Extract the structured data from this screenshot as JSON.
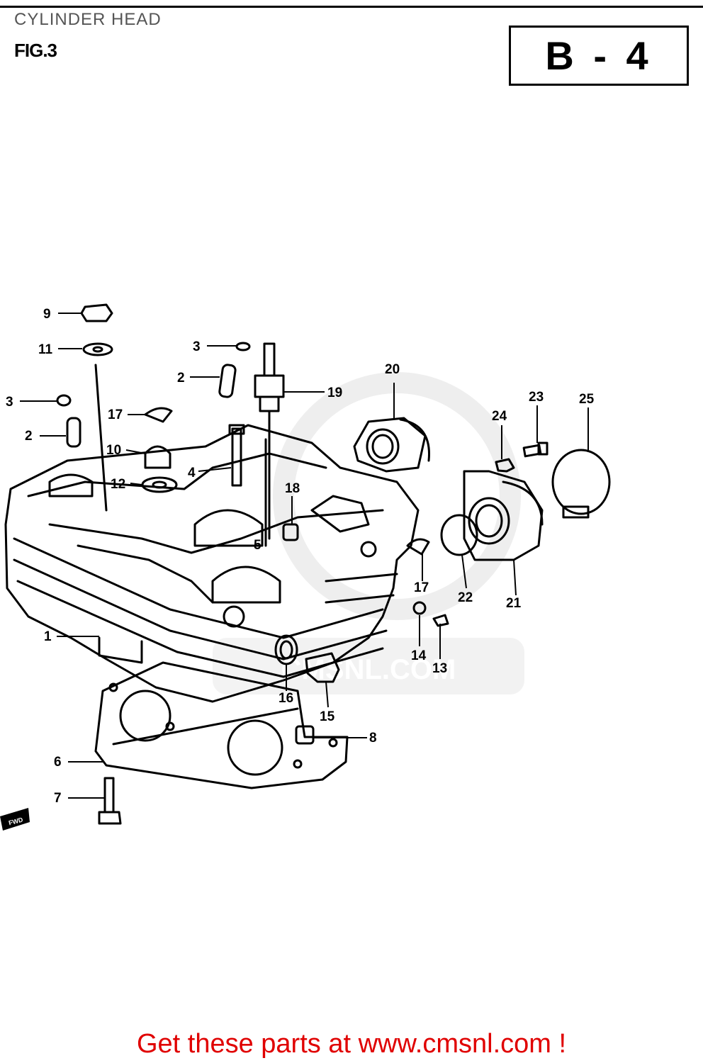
{
  "header": {
    "title": "CYLINDER HEAD",
    "figure": "FIG.3",
    "code": "B - 4"
  },
  "labels": [
    "9",
    "11",
    "3",
    "2",
    "3",
    "17",
    "2",
    "10",
    "4",
    "12",
    "19",
    "20",
    "18",
    "5",
    "24",
    "23",
    "25",
    "17",
    "22",
    "21",
    "1",
    "14",
    "13",
    "16",
    "15",
    "8",
    "6",
    "7"
  ],
  "watermark": "CMSNL.COM",
  "fwd_label": "FWD",
  "footer": {
    "text": "Get these parts at www.cmsnl.com !"
  },
  "colors": {
    "footer_text": "#e00000",
    "line": "#000000",
    "watermark": "#d8d8d8"
  }
}
